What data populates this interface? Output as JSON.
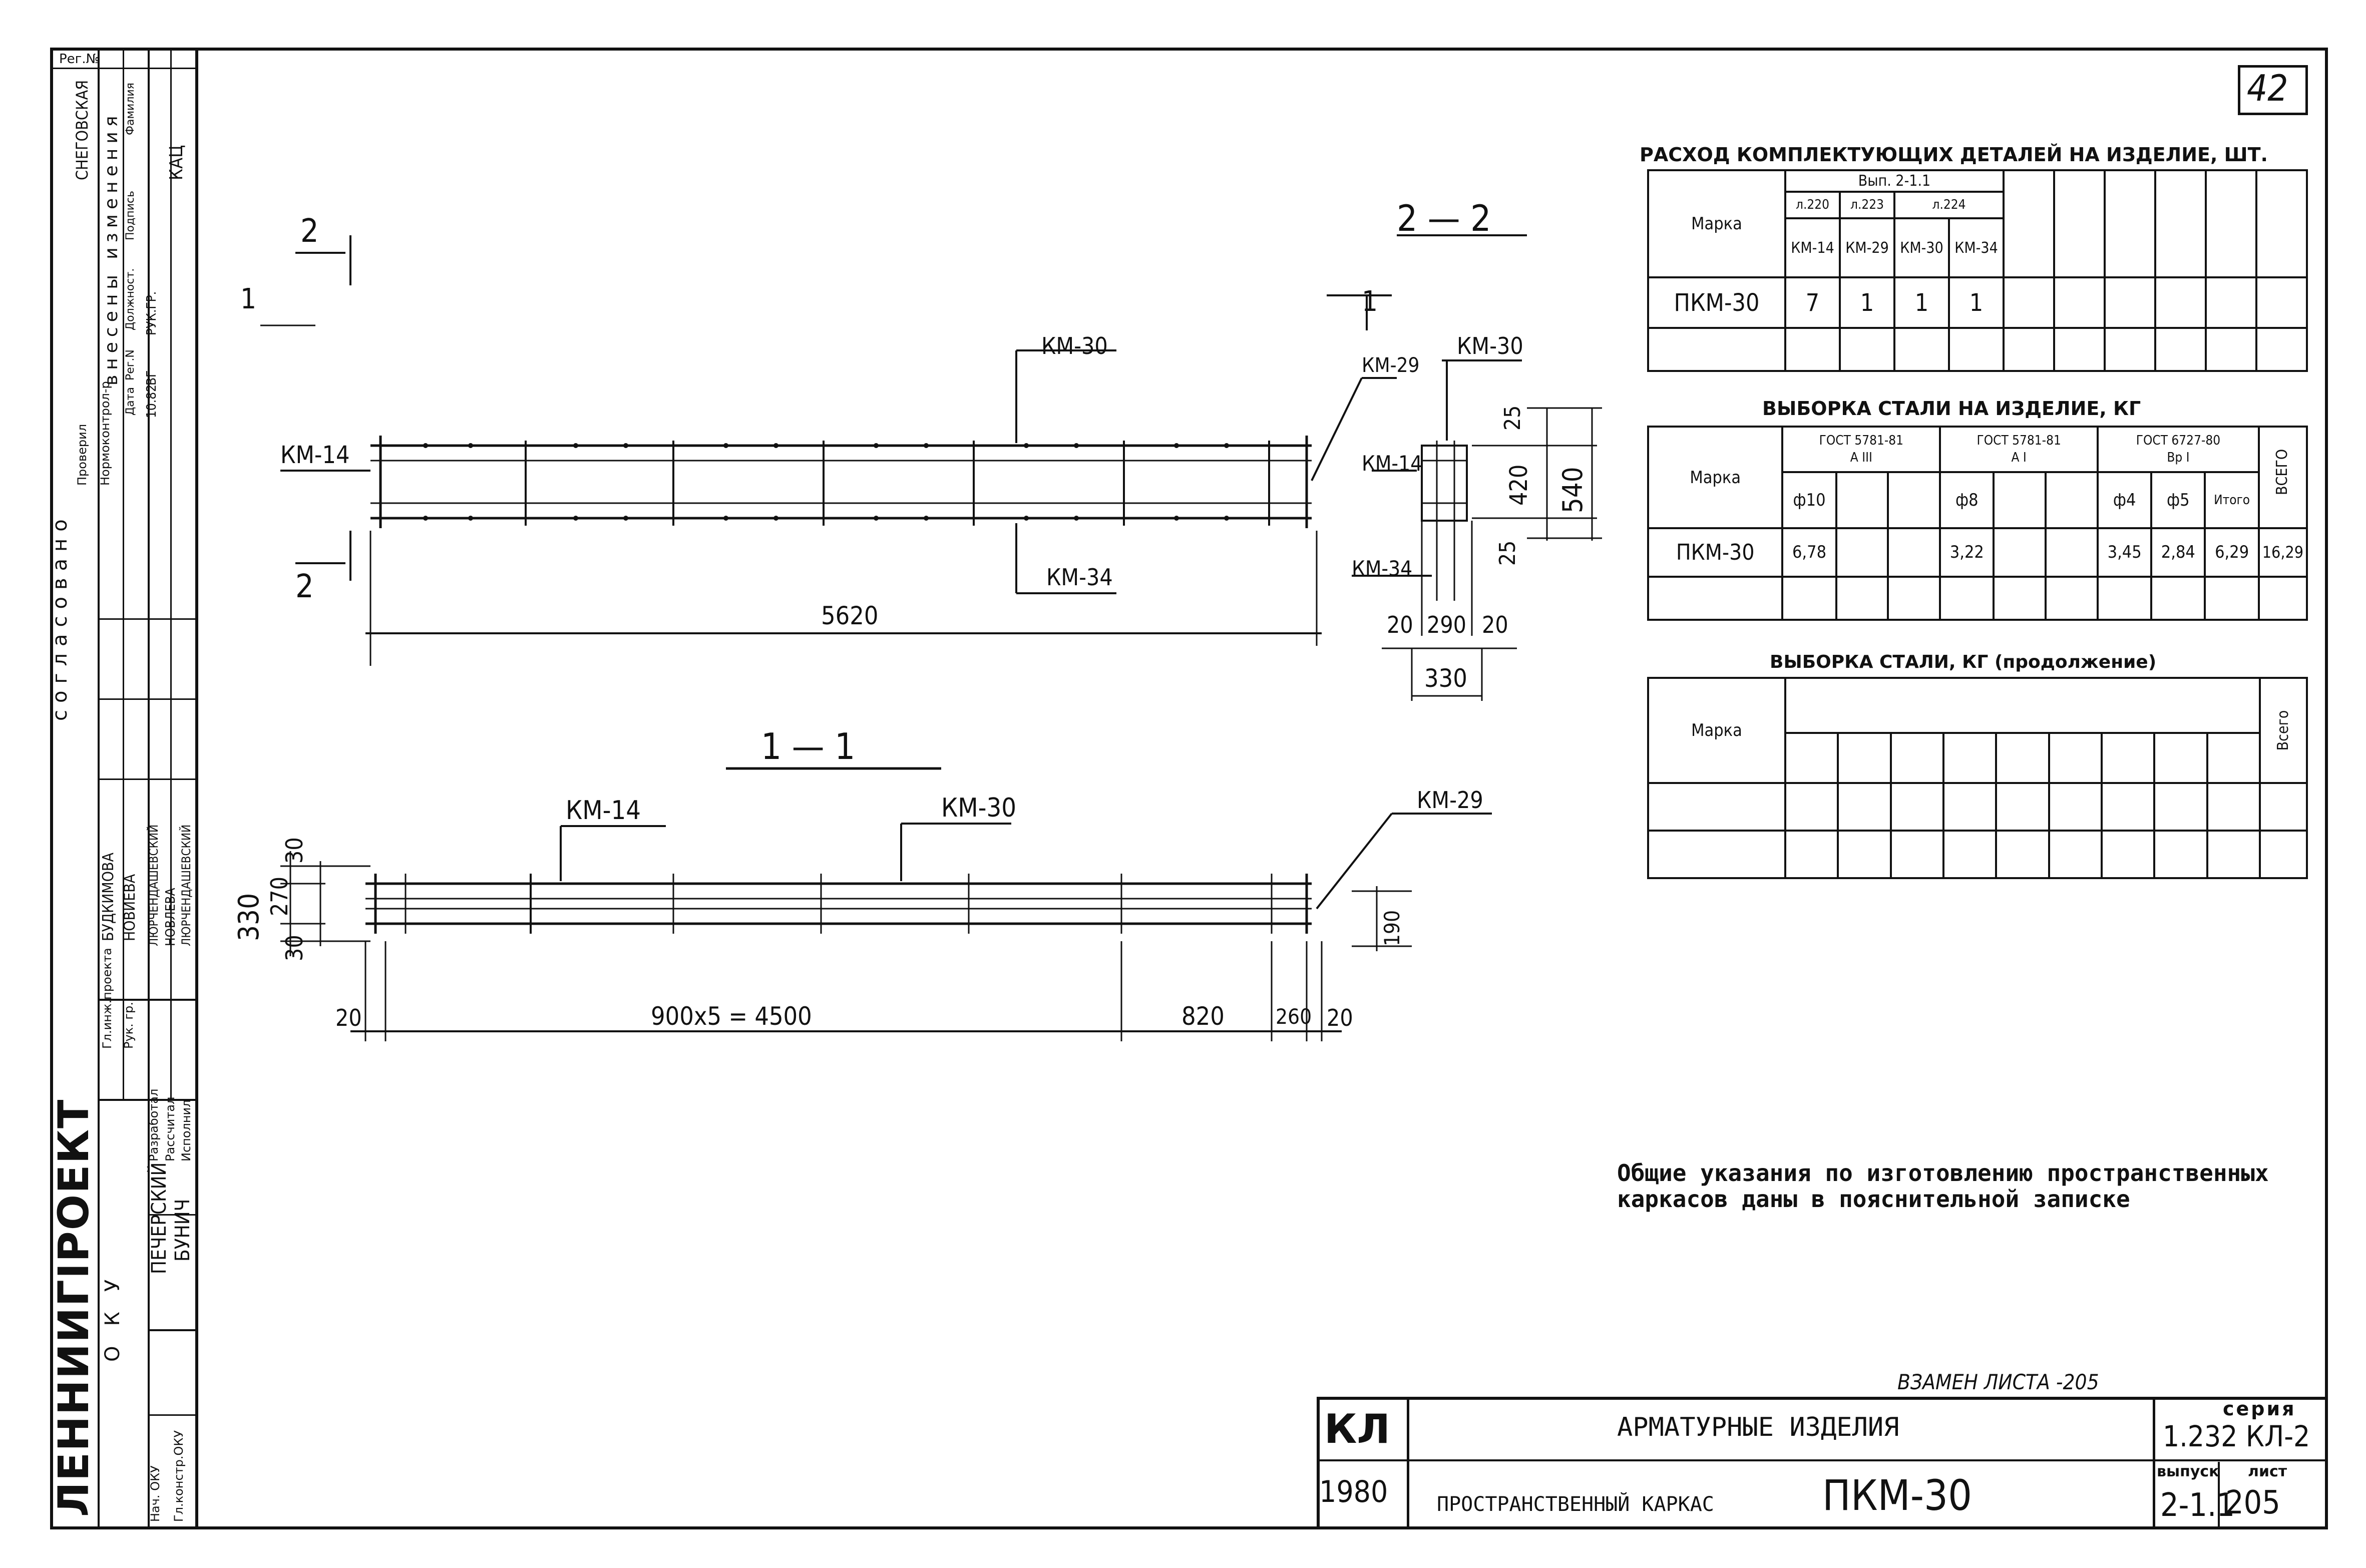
{
  "sheet_number_handwritten": "42",
  "reg_no_label": "Рег.№",
  "left_block": {
    "org": "ЛЕННИИГIPОЕКТ",
    "dept": "ОКУ",
    "agreed": "согласовано",
    "changes": "внесены изменения",
    "roles_top": [
      "Гл.инж.проекта",
      "Рук. гр."
    ],
    "names_top": [
      "БУДКИМОВА",
      "НОВИЕВА"
    ],
    "roles_mid": [
      "Разработал",
      "Рассчитал",
      "Исполнил"
    ],
    "names_mid": [
      "ЛЮРЧЕНДАШЕВСКИЙ",
      "НОВЛЕВА",
      "ЛЮРЧЕНДАШЕВСКИЙ"
    ],
    "roles_bot": [
      "Нач. ОКУ",
      "Гл.констр.ОКУ"
    ],
    "names_bot": [
      "ПЕЧЕРСКИЙ",
      "БУНИЧ"
    ],
    "checked_labels": [
      "Проверил",
      "Нормоконтрол-р"
    ],
    "checked_names": [
      "СНЕГОВСКАЯ",
      "КАЦ"
    ],
    "col_headers": [
      "Дата",
      "Рег.N",
      "Должност.",
      "Подпись",
      "Фамилия"
    ],
    "col_values": [
      "10.82",
      "ВГ",
      "РУК.ГР."
    ]
  },
  "drawing": {
    "section_22": "2 — 2",
    "section_11": "1 — 1",
    "cut_marks": [
      "2",
      "2",
      "1",
      "1"
    ],
    "labels": {
      "km14_a": "КМ-14",
      "km30_a": "КМ-30",
      "km34_a": "КМ-34",
      "km29_a": "КМ-29",
      "km30_s": "КМ-30",
      "km29_s": "КМ-29",
      "km14_s": "КМ-14",
      "km34_s": "КМ-34",
      "km14_b": "КМ-14",
      "km30_b": "КМ-30",
      "km29_b": "КМ-29"
    },
    "dims": {
      "len_5620": "5620",
      "d25_top": "25",
      "d420": "420",
      "d540": "540",
      "d25_bot": "25",
      "d20_l": "20",
      "d290": "290",
      "d20_r": "20",
      "d330": "330",
      "d30_top": "30",
      "d270": "270",
      "d330_v": "330",
      "d30_bot": "30",
      "d190": "190",
      "b20_l": "20",
      "b900": "900x5 = 4500",
      "b820": "820",
      "b260": "260",
      "b20_r": "20"
    }
  },
  "table1": {
    "title": "РАСХОД КОМПЛЕКТУЮЩИХ ДЕТАЛЕЙ НА ИЗДЕЛИЕ, ШТ.",
    "marka": "Марка",
    "vyp": "Вып. 2-1.1",
    "sheets": [
      "л.220",
      "л.223",
      "л.224"
    ],
    "items": [
      "КМ-14",
      "КМ-29",
      "КМ-30",
      "КМ-34"
    ],
    "row_mark": "ПКМ-30",
    "row_vals": [
      "7",
      "1",
      "1",
      "1"
    ]
  },
  "table2": {
    "title": "ВЫБОРКА СТАЛИ НА ИЗДЕЛИЕ, КГ",
    "marka": "Марка",
    "g1": "ГОСТ 5781-81",
    "g1c": "А III",
    "g2": "ГОСТ 5781-81",
    "g2c": "А I",
    "g3": "ГОСТ 6727-80",
    "g3c": "Вр I",
    "total": "ВСЕГО",
    "diams": [
      "ф10",
      "ф8",
      "ф4",
      "ф5",
      "Итого"
    ],
    "row_mark": "ПКМ-30",
    "row_vals": [
      "6,78",
      "3,22",
      "3,45",
      "2,84",
      "6,29",
      "16,29"
    ]
  },
  "table3": {
    "title": "ВЫБОРКА СТАЛИ, КГ (продолжение)",
    "marka": "Марка",
    "total": "Всего"
  },
  "note_line1": "Общие указания по изготовлению пространственных",
  "note_line2": "каркасов даны в пояснительной записке",
  "replaces": "ВЗАМЕН ЛИСТА -205",
  "title_block": {
    "code": "КЛ",
    "year": "1980",
    "title1": "АРМАТУРНЫЕ ИЗДЕЛИЯ",
    "title2": "ПРОСТРАНСТВЕННЫЙ КАРКАС",
    "mark": "ПКМ-30",
    "seria_label": "серия",
    "seria": "1.232 КЛ-2",
    "vypusk_label": "выпуск",
    "vypusk": "2-1.1",
    "list_label": "лист",
    "list": "205"
  }
}
